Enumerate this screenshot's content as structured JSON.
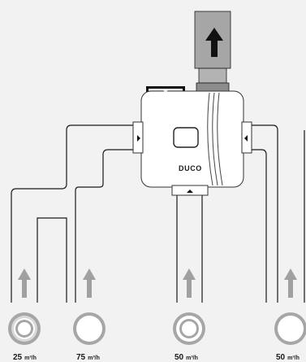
{
  "brand": {
    "name": "DUCO"
  },
  "flows": [
    {
      "value": "25",
      "unit": "m³/h"
    },
    {
      "value": "75",
      "unit": "m³/h"
    },
    {
      "value": "50",
      "unit": "m³/h"
    },
    {
      "value": "50",
      "unit": "m³/h"
    }
  ],
  "colors": {
    "background": "#f2f2f2",
    "duct_line": "#1a1a1a",
    "arrow": "#a0a0a0",
    "duct_grey": "#a6a6a6",
    "unit_body": "#ffffff",
    "unit_outline": "#333333"
  },
  "icons": {
    "exhaust_arrow": "arrow-up-icon",
    "flow_arrow": "arrow-up-icon",
    "valve": "ring-valve-icon"
  }
}
